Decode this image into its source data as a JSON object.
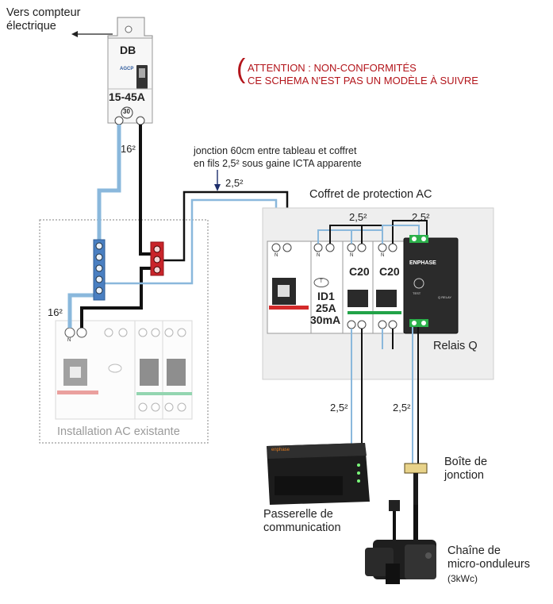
{
  "meter_label": "Vers compteur\nélectrique",
  "db": {
    "title": "DB",
    "brand": "AGCP",
    "rating": "15-45A",
    "sensitivity": "30"
  },
  "warning": {
    "line1": "ATTENTION : NON-CONFORMITÉS",
    "line2": "CE SCHEMA N'EST PAS UN MODÈLE À SUIVRE"
  },
  "wire_16_top": "16²",
  "wire_16_bottom": "16²",
  "junction_note": "jonction 60cm entre tableau et coffret\nen fils 2,5² sous gaine ICTA apparente",
  "wire_junction": "2,5²",
  "coffret_title": "Coffret de protection AC",
  "wire_top_breakers": "2,5²",
  "wire_top_relay": "2,5²",
  "breakers": [
    {
      "label": "C20"
    },
    {
      "label": "C20"
    }
  ],
  "id_switch": {
    "line1": "ID1",
    "line2": "25A",
    "line3": "30mA",
    "test": "T"
  },
  "terminal_n": "N",
  "relay": {
    "brand": "ENPHASE",
    "name": "Q RELAY",
    "test": "TEST",
    "label": "Relais Q"
  },
  "existing_install": "Installation AC existante",
  "wire_gateway": "2,5²",
  "wire_chain": "2,5²",
  "gateway": {
    "brand": "enphase",
    "label": "Passerelle de\ncommunication"
  },
  "junction_box": "Boîte de\njonction",
  "micro_chain": {
    "label": "Chaîne de\nmicro-onduleurs",
    "power": "(3kWc)"
  },
  "colors": {
    "blue_wire": "#8ab8dc",
    "black_wire": "#111111",
    "warning_red": "#b3151b",
    "breaker_red": "#d42a2a",
    "id_green": "#22a348",
    "relay_green": "#2bb04a"
  }
}
